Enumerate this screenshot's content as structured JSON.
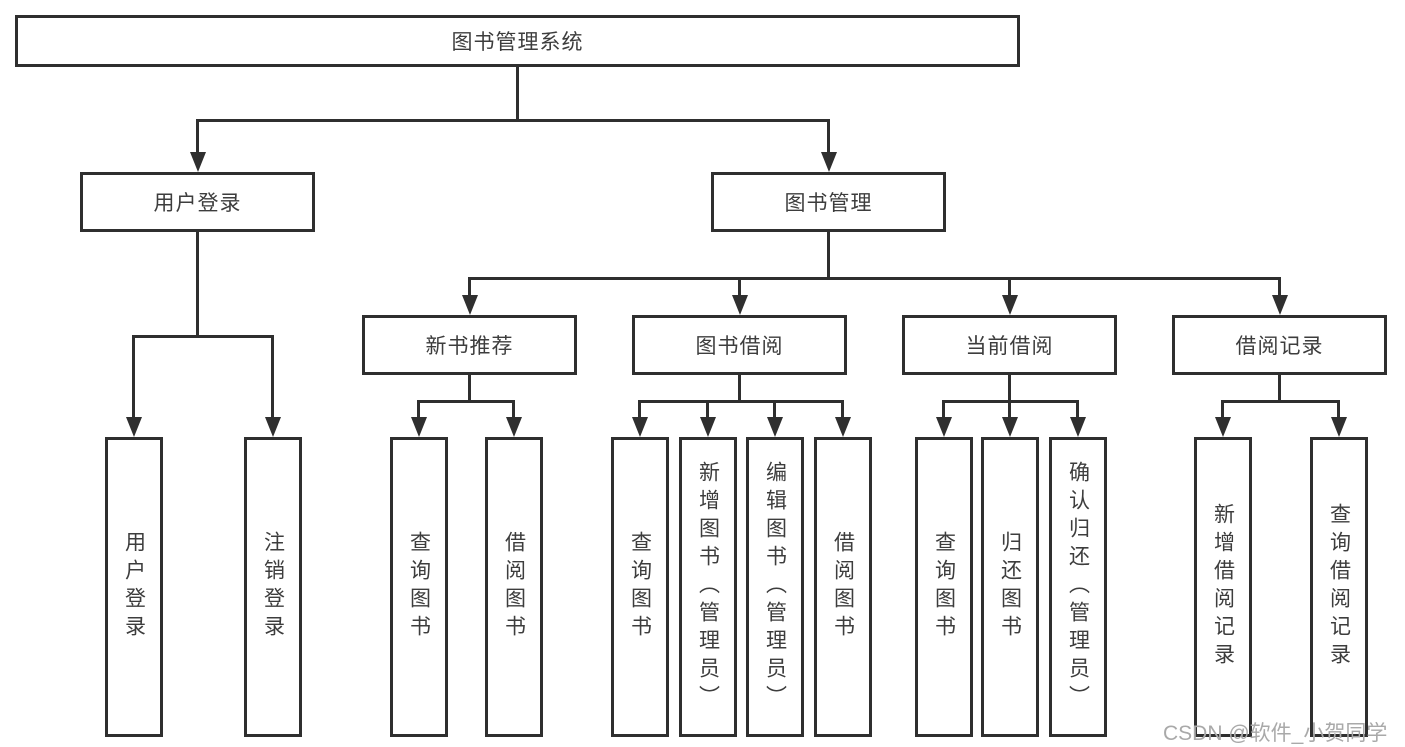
{
  "tree": {
    "root": "图书管理系统",
    "children": [
      {
        "label": "用户登录",
        "children": [
          {
            "label": "用户登录"
          },
          {
            "label": "注销登录"
          }
        ]
      },
      {
        "label": "图书管理",
        "children": [
          {
            "label": "新书推荐",
            "children": [
              {
                "label": "查询图书"
              },
              {
                "label": "借阅图书"
              }
            ]
          },
          {
            "label": "图书借阅",
            "children": [
              {
                "label": "查询图书"
              },
              {
                "label": "新增图书（管理员）"
              },
              {
                "label": "编辑图书（管理员）"
              },
              {
                "label": "借阅图书"
              }
            ]
          },
          {
            "label": "当前借阅",
            "children": [
              {
                "label": "查询图书"
              },
              {
                "label": "归还图书"
              },
              {
                "label": "确认归还（管理员）"
              }
            ]
          },
          {
            "label": "借阅记录",
            "children": [
              {
                "label": "新增借阅记录"
              },
              {
                "label": "查询借阅记录"
              }
            ]
          }
        ]
      }
    ]
  },
  "watermark": {
    "text": "CSDN @软件_小贺同学"
  },
  "colors": {
    "line": "#2f2f2f",
    "text": "#3d3d3d",
    "watermark": "#a9a9a9",
    "background": "#ffffff"
  }
}
